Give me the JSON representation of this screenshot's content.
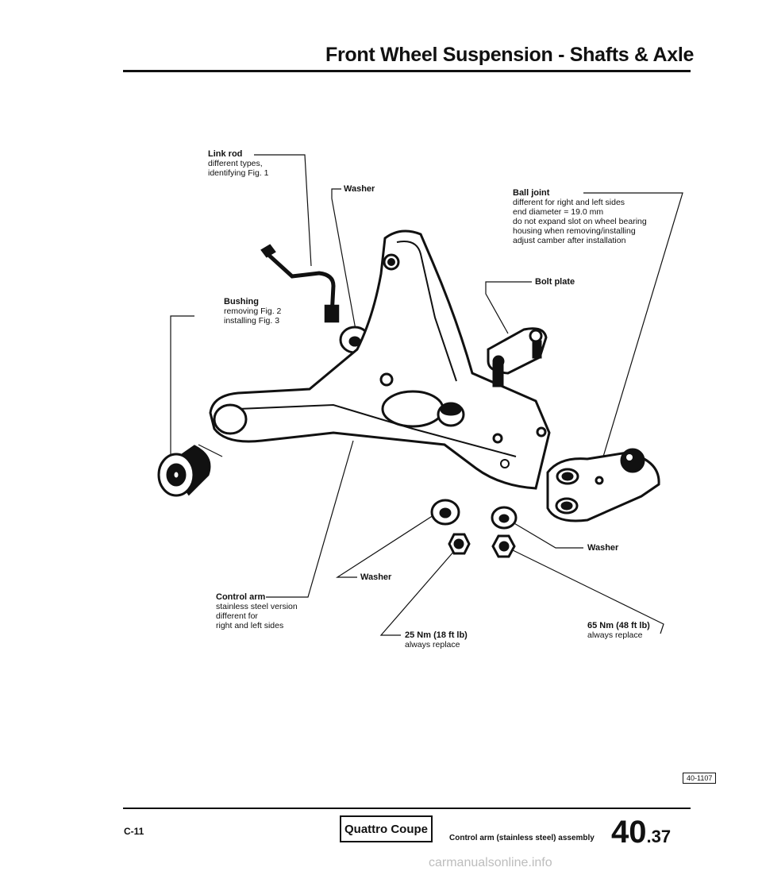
{
  "header": {
    "title": "Front Wheel Suspension - Shafts & Axle"
  },
  "callouts": {
    "link_rod": {
      "title": "Link rod",
      "lines": [
        "different types,",
        "identifying Fig. 1"
      ]
    },
    "washer_top": {
      "title": "Washer"
    },
    "ball_joint": {
      "title": "Ball joint",
      "lines": [
        "different for right and left sides",
        "end diameter = 19.0 mm",
        "do not expand slot on wheel bearing",
        "housing when removing/installing",
        "adjust camber after installation"
      ]
    },
    "bolt_plate": {
      "title": "Bolt plate"
    },
    "bushing": {
      "title": "Bushing",
      "lines": [
        "removing Fig. 2",
        "installing Fig. 3"
      ]
    },
    "washer_right": {
      "title": "Washer"
    },
    "washer_bottom": {
      "title": "Washer"
    },
    "control_arm": {
      "title": "Control arm",
      "lines": [
        "stainless steel version",
        "different for",
        "right and left sides"
      ]
    },
    "torque_25": {
      "title": "25 Nm (18 ft lb)",
      "lines": [
        "always replace"
      ]
    },
    "torque_65": {
      "title": "65 Nm (48 ft lb)",
      "lines": [
        "always replace"
      ]
    }
  },
  "figure_tag": "40-1107",
  "footer": {
    "page_code": "C-11",
    "model": "Quattro Coupe",
    "caption": "Control arm (stainless steel) assembly",
    "page_number_main": "40",
    "page_number_sub": ".37"
  },
  "watermark": "carmanualsonline.info"
}
